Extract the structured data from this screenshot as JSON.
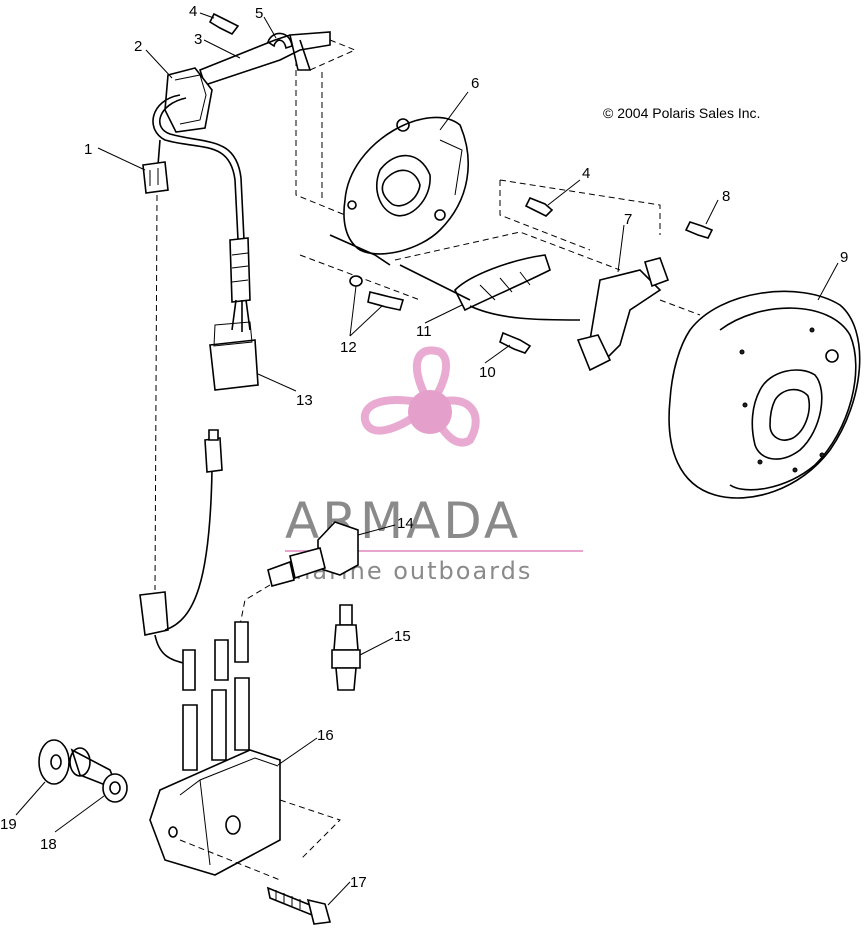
{
  "copyright": "© 2004 Polaris Sales Inc.",
  "watermark": {
    "title": "ARMADA",
    "subtitle": "marine outboards",
    "accent_color": "#e8a6cf",
    "text_color": "#8a8a8a"
  },
  "callouts": {
    "c1": "1",
    "c2": "2",
    "c3": "3",
    "c4a": "4",
    "c4b": "4",
    "c5": "5",
    "c6": "6",
    "c7": "7",
    "c8": "8",
    "c9": "9",
    "c10": "10",
    "c11": "11",
    "c12": "12",
    "c13": "13",
    "c14": "14",
    "c15": "15",
    "c16": "16",
    "c17": "17",
    "c18": "18",
    "c19": "19"
  }
}
